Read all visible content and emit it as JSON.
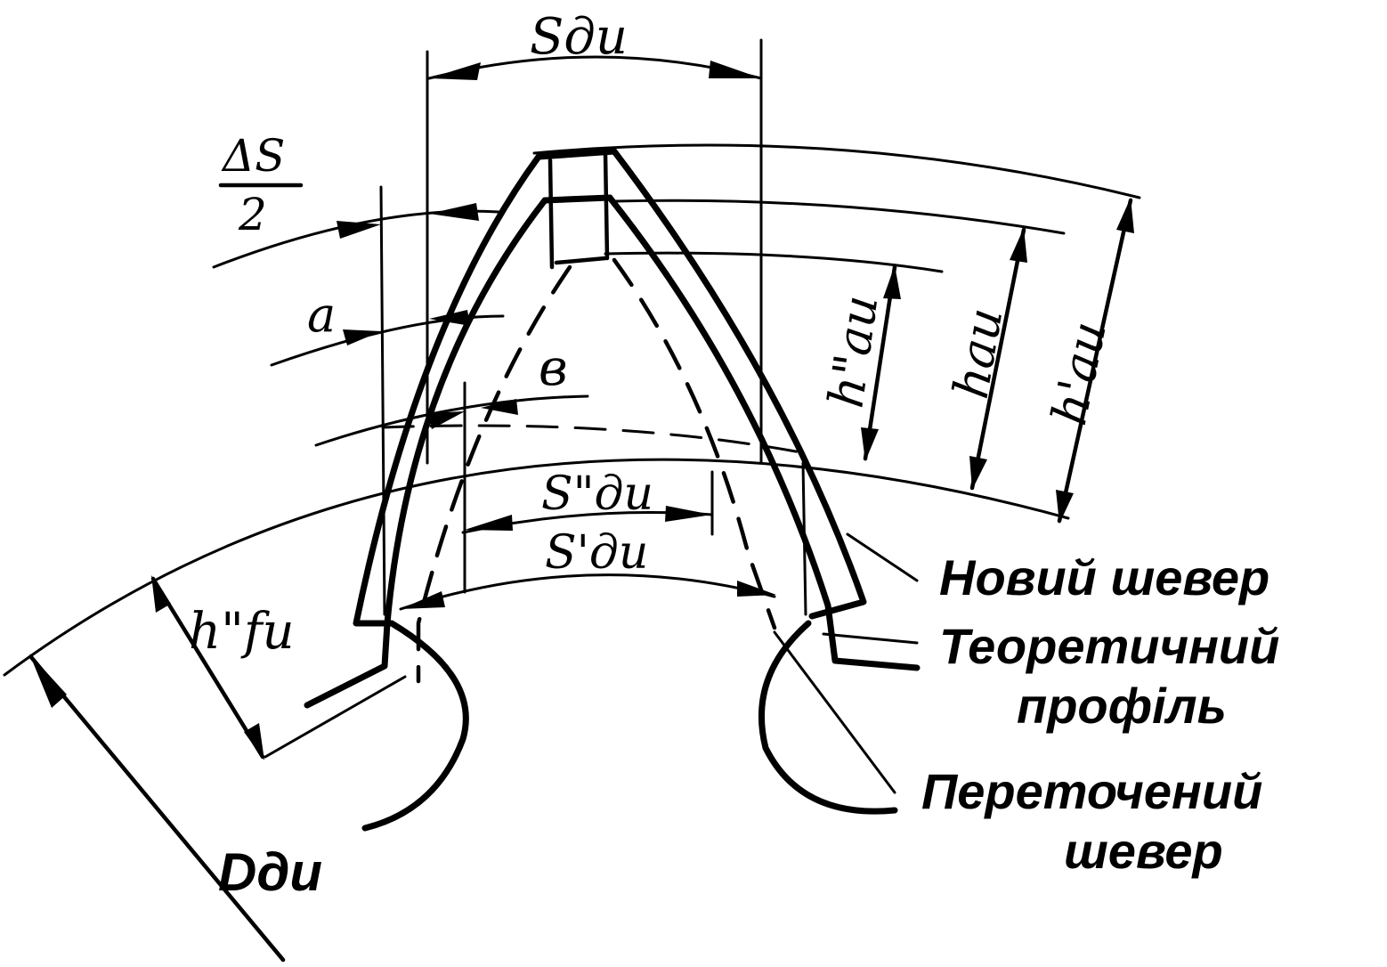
{
  "labels": {
    "s_du": "Sди",
    "s_du_dd": "S\"ди",
    "s_du_d": "S'ди",
    "delta_s_num": "ΔS",
    "delta_s_den": "2",
    "a": "a",
    "b": "в",
    "h_au_dd": "h\"аи",
    "h_au": "hаи",
    "h_au_d": "h'аи",
    "h_fu_dd": "h\"fи",
    "d_du": "Dди"
  },
  "legend": {
    "new_shaver": "Новий шевер",
    "theoretical_profile_1": "Теоретичний",
    "theoretical_profile_2": "профіль",
    "reground_shaver_1": "Переточений",
    "reground_shaver_2": "шевер"
  }
}
